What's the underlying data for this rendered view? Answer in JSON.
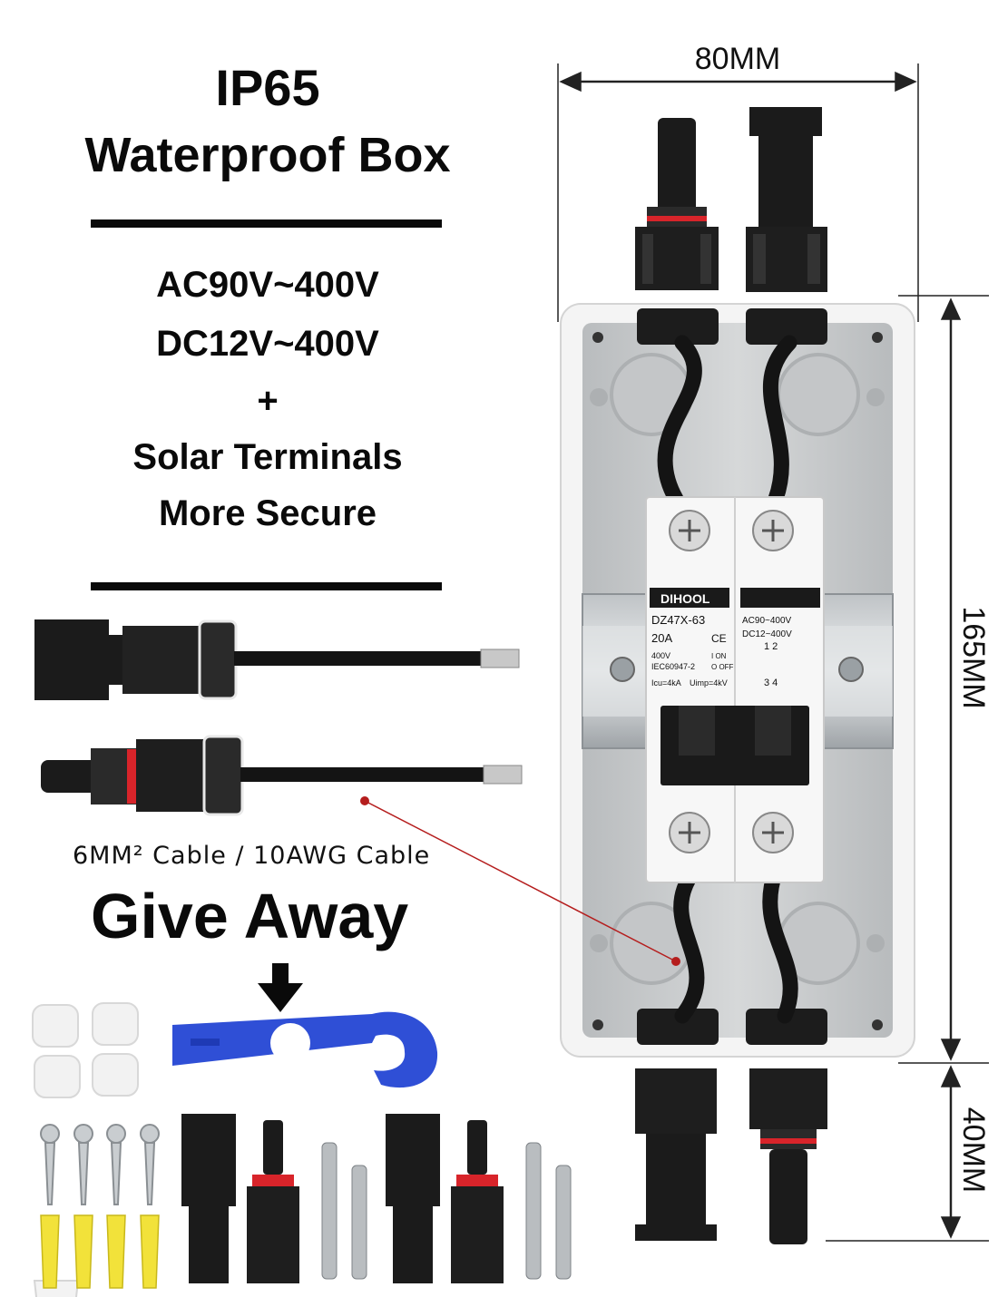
{
  "headline": {
    "line1": "IP65",
    "line2": "Waterproof Box"
  },
  "specs": [
    "AC90V~400V",
    "DC12V~400V",
    "+",
    "Solar Terminals",
    "More Secure"
  ],
  "cable_label": "6MM² Cable / 10AWG Cable",
  "give_away": "Give Away",
  "dimensions": {
    "width": "80MM",
    "height": "165MM",
    "connector": "40MM"
  },
  "breaker": {
    "brand": "DIHOOL",
    "model": "DZ47X-63",
    "rating": "20A",
    "ce": "CE",
    "ac_range": "AC90~400V",
    "dc_range": "DC12~400V",
    "voltage": "400V",
    "standard": "IEC60947-2",
    "on_label": "I ON",
    "off_label": "O OFF",
    "icu": "Icu=4kA",
    "uimp": "Uimp=4kV",
    "poles_top": "1  2",
    "poles_bottom": "3  4"
  },
  "colors": {
    "wrench": "#2f4fd6",
    "accent_ring": "#d8242a",
    "box": "#f4f4f4",
    "interior": "#c9cbcc",
    "connector": "#1b1b1b",
    "anchor": "#f2e23a",
    "red_line": "#b51d1d"
  }
}
